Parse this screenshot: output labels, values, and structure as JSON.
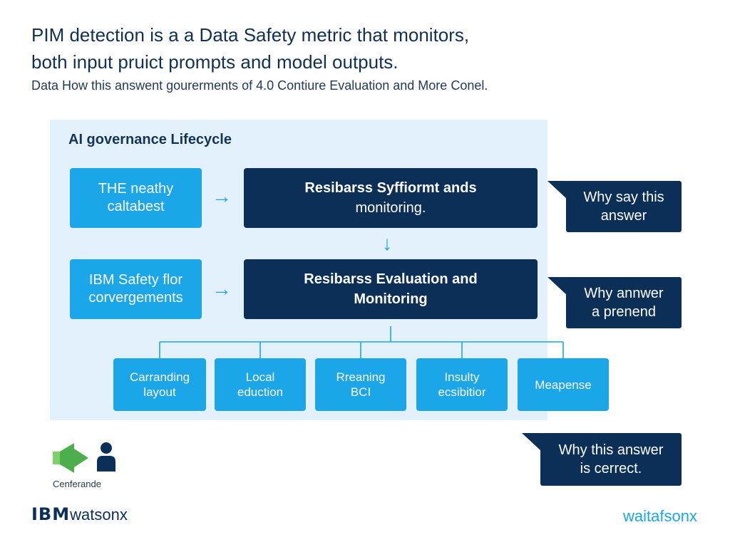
{
  "headline": {
    "line1": "PIM detection is a a Data Safety metric that monitors,",
    "line2": "both input pruict prompts and model outputs."
  },
  "subheadline": "Data How this answent gourerments of 4.0 Contiure Evaluation and More Conel.",
  "diagram": {
    "title": "AI governance Lifecycle",
    "row1": {
      "left": {
        "line1": "THE neathy",
        "line2": "caltabest"
      },
      "right": {
        "line1": "Resibarss Syffiormt ands",
        "line2": "monitoring."
      }
    },
    "row2": {
      "left": {
        "line1": "IBM Safety flor",
        "line2": "corvergements"
      },
      "right": {
        "line1": "Resibarss Evaluation and",
        "line2": "Monitoring"
      }
    },
    "children": [
      {
        "line1": "Carranding",
        "line2": "layout"
      },
      {
        "line1": "Local",
        "line2": "eduction"
      },
      {
        "line1": "Rreaning",
        "line2": "BCI"
      },
      {
        "line1": "Insulty",
        "line2": "ecsibitior"
      },
      {
        "line1": "Meapense",
        "line2": ""
      }
    ]
  },
  "callouts": [
    {
      "line1": "Why say this",
      "line2": "answer"
    },
    {
      "line1": "Why annwer",
      "line2": "a prenend"
    },
    {
      "line1": "Why this answer",
      "line2": "is cerrect."
    }
  ],
  "legend": {
    "label": "Cenferande",
    "icons": [
      "megaphone-icon",
      "person-icon"
    ]
  },
  "branding": {
    "left_logo": "IBM",
    "left_product": "watsonx",
    "right_text": "waitafsonx"
  },
  "colors": {
    "panel_bg": "#e3f1fd",
    "light_blue": "#1aa6e8",
    "dark_navy": "#0c2f57",
    "green": "#4cae4c"
  }
}
